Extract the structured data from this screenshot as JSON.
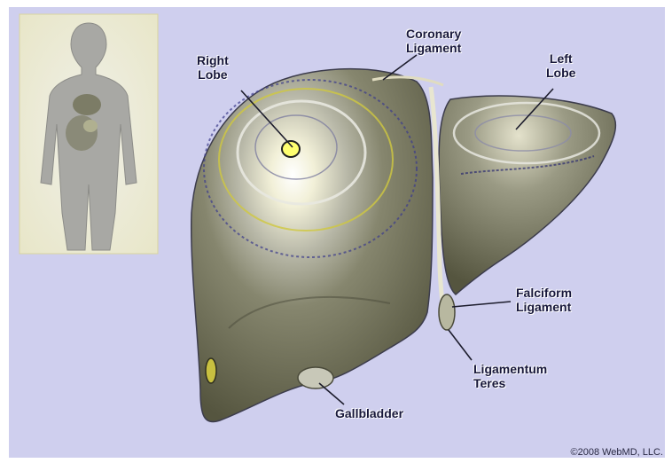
{
  "labels": {
    "right_lobe": [
      "Right",
      "Lobe"
    ],
    "coronary_ligament": [
      "Coronary",
      "Ligament"
    ],
    "left_lobe": [
      "Left",
      "Lobe"
    ],
    "falciform_ligament": [
      "Falciform",
      "Ligament"
    ],
    "ligamentum_teres": [
      "Ligamentum",
      "Teres"
    ],
    "gallbladder": "Gallbladder"
  },
  "copyright": "©2008 WebMD, LLC.",
  "colors": {
    "background": "#cfcfee",
    "liver_dark": "#5b5b48",
    "liver_mid": "#7c7c66",
    "contour_light": "#e8e8d8",
    "contour_yellow": "#c8c040",
    "label_text": "#17173a"
  }
}
